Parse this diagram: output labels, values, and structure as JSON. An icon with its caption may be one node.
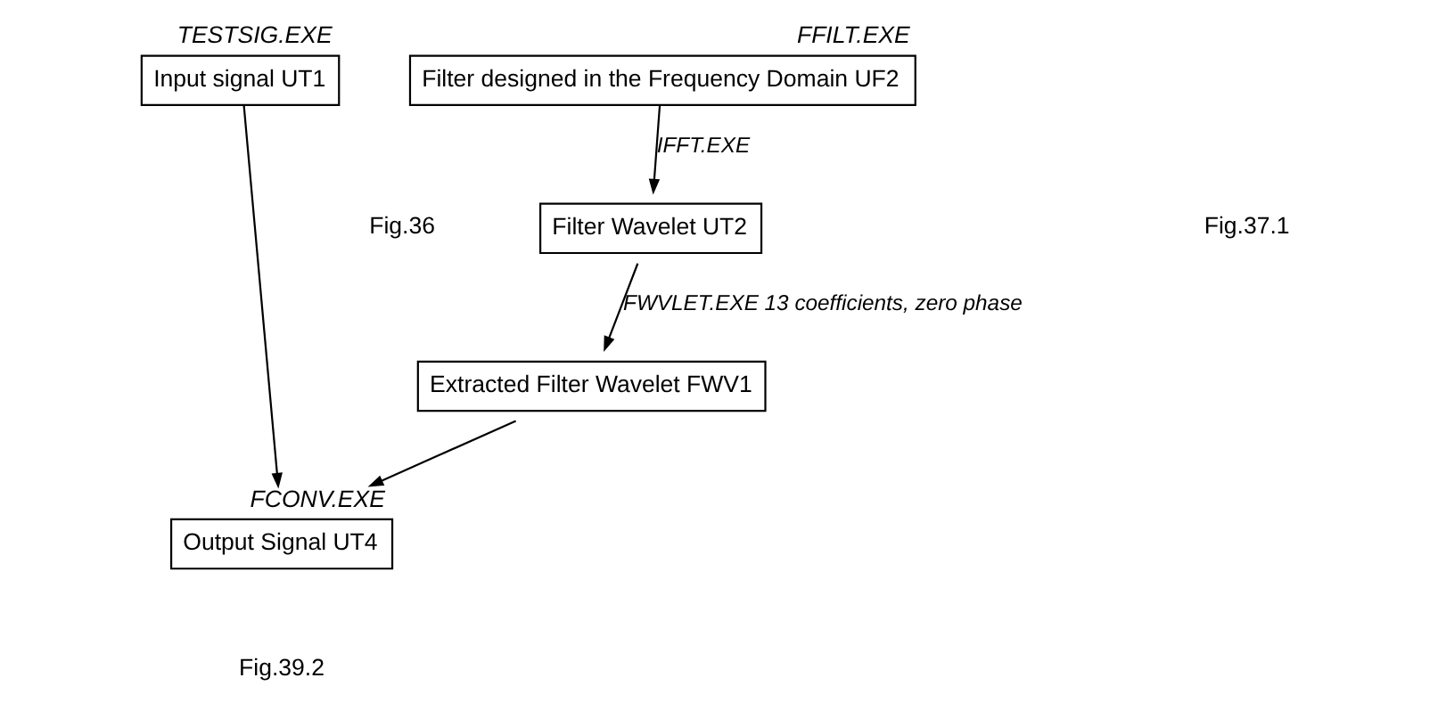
{
  "diagram": {
    "nodes": [
      {
        "text": [
          "Input signal UT1"
        ],
        "beside": [
          "TESTSIG.EXE"
        ]
      },
      {
        "text": [
          "Filter designed in the Frequency Domain UF2"
        ],
        "beside": [
          "FFILT.EXE"
        ]
      },
      {
        "text": [
          "Filter Wavelet UT2"
        ]
      },
      {
        "text": [
          "Extracted Filter Wavelet FWV1"
        ]
      },
      {
        "text": [
          "Output Signal UT4"
        ],
        "beside": [
          "FCONV.EXE"
        ]
      }
    ],
    "edges": [
      {
        "from": 1,
        "to": 2,
        "arrow": "to",
        "label": "IFFT.EXE"
      },
      {
        "from": 2,
        "to": 3,
        "arrow": "to",
        "label": "FWVLET.EXE 13 coefficients, zero phase"
      },
      {
        "from": 0,
        "to": 4,
        "arrow": "to"
      },
      {
        "from": 3,
        "to": 4,
        "arrow": "to"
      }
    ],
    "labels": [
      "Fig.36",
      "Fig.37.1",
      "Fig.39.2"
    ]
  }
}
